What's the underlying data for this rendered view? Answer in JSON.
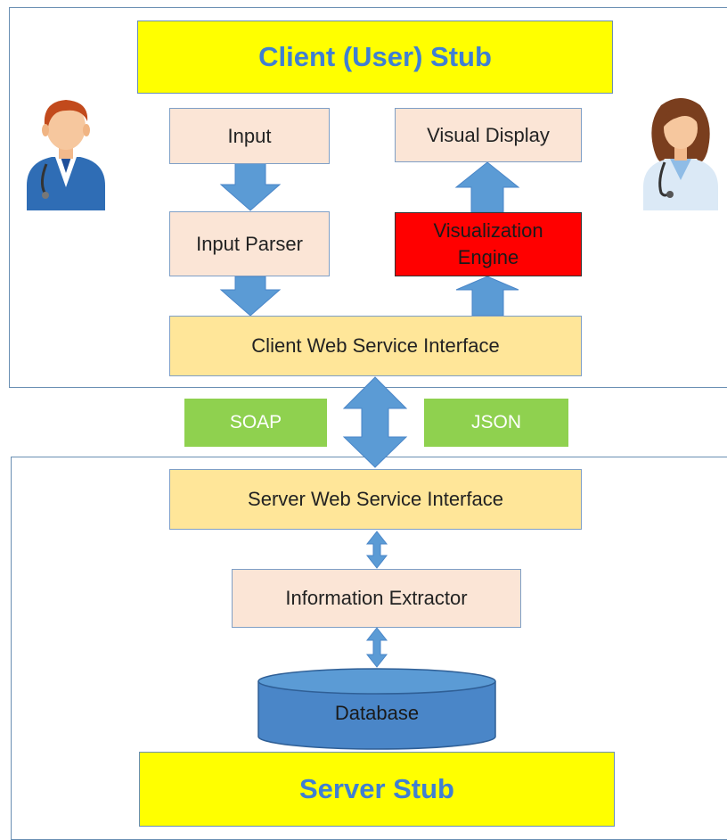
{
  "diagram": {
    "client_stub": "Client (User) Stub",
    "server_stub": "Server Stub",
    "input": "Input",
    "input_parser": "Input Parser",
    "visual_display": "Visual Display",
    "visualization_engine": "Visualization Engine",
    "client_interface": "Client Web Service Interface",
    "server_interface": "Server Web Service Interface",
    "information_extractor": "Information Extractor",
    "database": "Database",
    "soap": "SOAP",
    "json": "JSON"
  },
  "colors": {
    "stub": "#ffff00",
    "stub_text": "#3f7fd3",
    "component": "#fbe5d6",
    "interface": "#ffe699",
    "protocol": "#8fd14f",
    "engine": "#ff0000",
    "arrow": "#5b9bd5",
    "database": "#4a86c8"
  },
  "icons": [
    "male-doctor-icon",
    "female-doctor-icon"
  ]
}
